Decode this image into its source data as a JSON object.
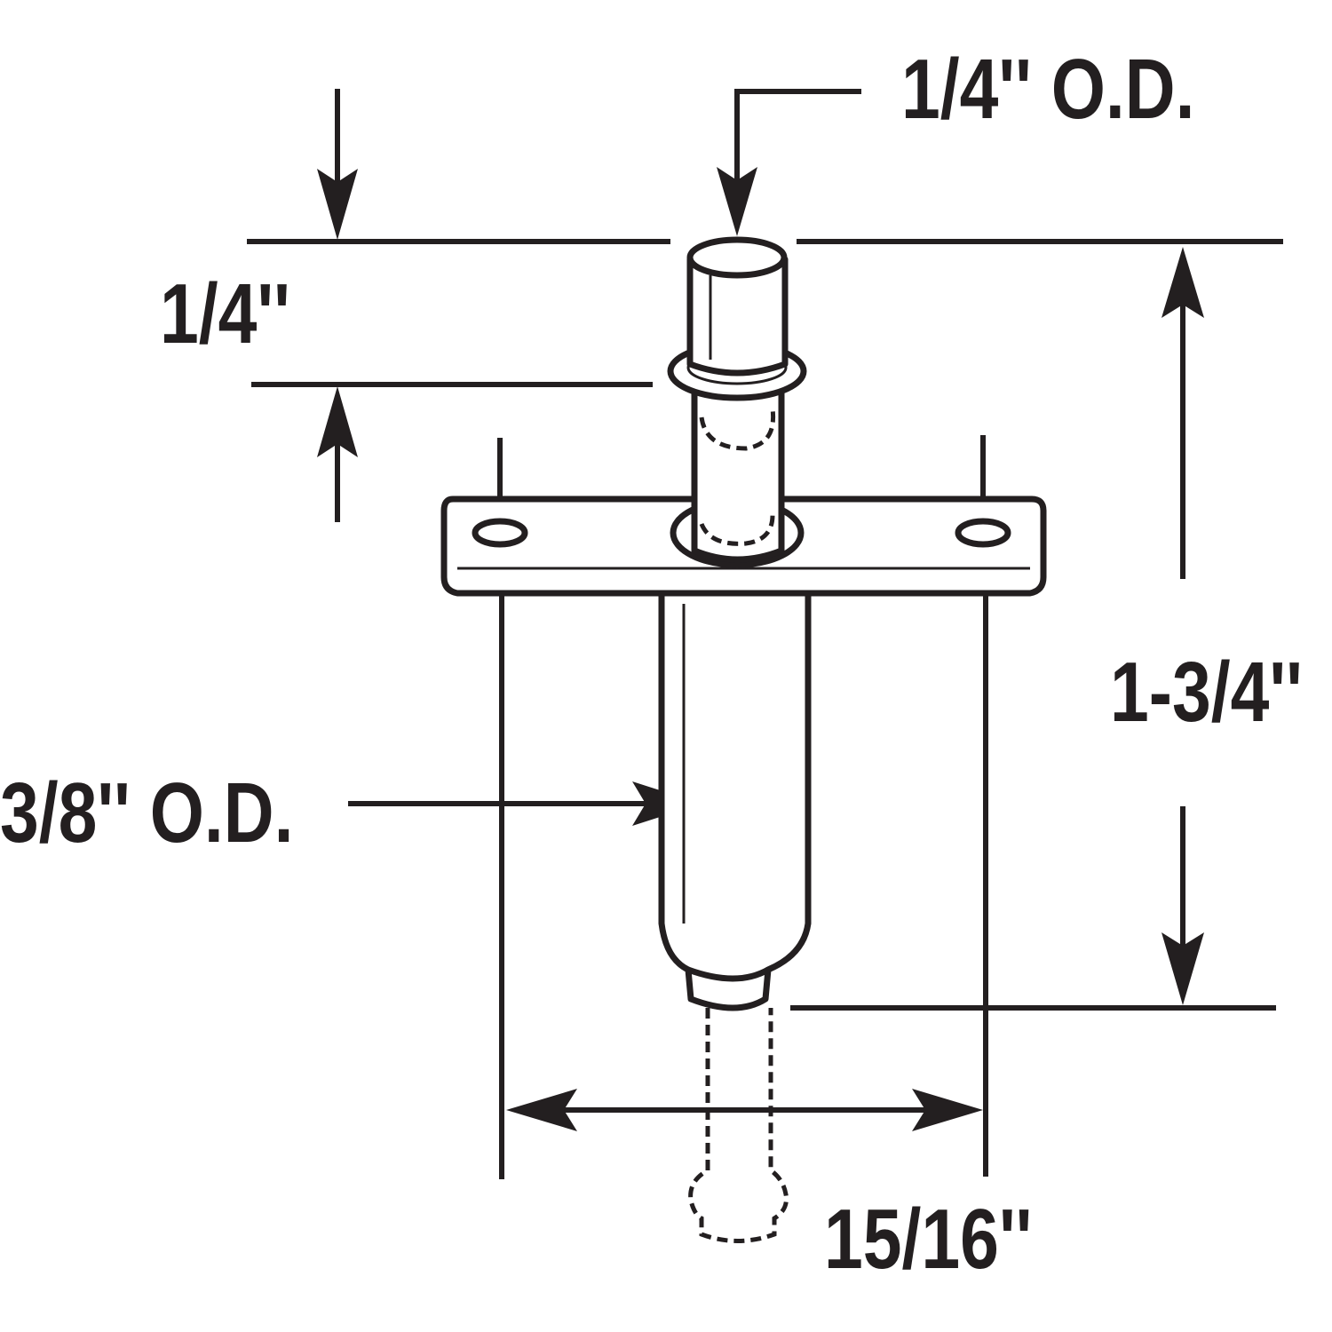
{
  "diagram": {
    "labels": {
      "top_pin_od": "1/4'' O.D.",
      "top_pin_height": "1/4''",
      "overall_length": "1-3/4''",
      "body_od": "3/8'' O.D.",
      "hole_spacing": "15/16''"
    },
    "colors": {
      "ink": "#231f20",
      "background": "#ffffff"
    }
  }
}
